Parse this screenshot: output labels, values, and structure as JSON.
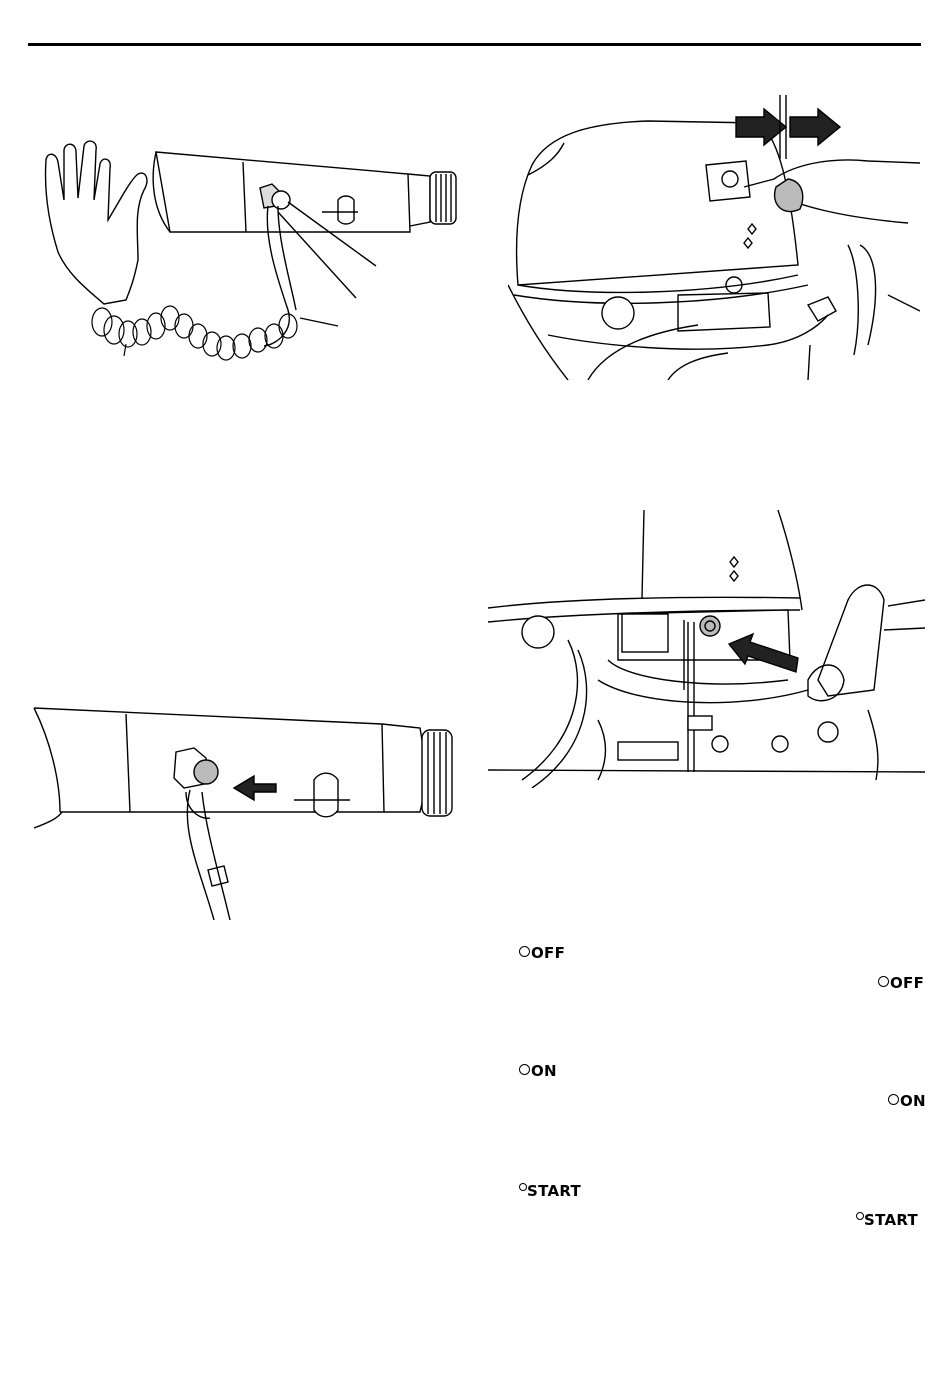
{
  "switch_positions": [
    {
      "key": "off",
      "label": "OFF"
    },
    {
      "key": "on",
      "label": "ON"
    },
    {
      "key": "start",
      "label": "START"
    }
  ]
}
